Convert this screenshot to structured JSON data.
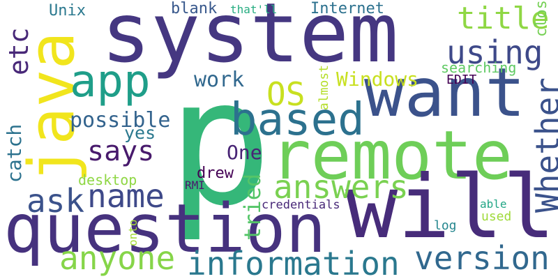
{
  "words": [
    {
      "key": "system",
      "text": "system",
      "color": "#453781"
    },
    {
      "key": "p",
      "text": "p",
      "color": "#35b779"
    },
    {
      "key": "want",
      "text": "want",
      "color": "#3b528b"
    },
    {
      "key": "remote",
      "text": "remote",
      "color": "#6ece58"
    },
    {
      "key": "will",
      "text": "will",
      "color": "#472c7a"
    },
    {
      "key": "question",
      "text": "question",
      "color": "#46327e"
    },
    {
      "key": "java",
      "text": "java",
      "color": "#f1e51d"
    },
    {
      "key": "app",
      "text": "app",
      "color": "#1f9e89"
    },
    {
      "key": "based",
      "text": "based",
      "color": "#2c718e"
    },
    {
      "key": "information",
      "text": "information",
      "color": "#2a788e"
    },
    {
      "key": "answers",
      "text": "answers",
      "color": "#7ad151"
    },
    {
      "key": "anyone",
      "text": "anyone",
      "color": "#86d549"
    },
    {
      "key": "version",
      "text": "version",
      "color": "#31688e"
    },
    {
      "key": "name",
      "text": "name",
      "color": "#3e4989"
    },
    {
      "key": "ask",
      "text": "ask",
      "color": "#3b528b"
    },
    {
      "key": "says",
      "text": "says",
      "color": "#481a6c"
    },
    {
      "key": "using",
      "text": "using",
      "color": "#3e4989"
    },
    {
      "key": "title",
      "text": "title",
      "color": "#8fd744"
    },
    {
      "key": "os",
      "text": "OS",
      "color": "#c8e020"
    },
    {
      "key": "whether",
      "text": "Whether",
      "color": "#3b528b"
    },
    {
      "key": "possible",
      "text": "possible",
      "color": "#33638d"
    },
    {
      "key": "work",
      "text": "work",
      "color": "#31688e"
    },
    {
      "key": "windows",
      "text": "Windows",
      "color": "#c8e020"
    },
    {
      "key": "etc",
      "text": "etc",
      "color": "#482878"
    },
    {
      "key": "one",
      "text": "One",
      "color": "#482475"
    },
    {
      "key": "tried",
      "text": "tried",
      "color": "#54c568"
    },
    {
      "key": "catch",
      "text": "catch",
      "color": "#2c728e"
    },
    {
      "key": "unix",
      "text": "Unix",
      "color": "#2a788e"
    },
    {
      "key": "internet",
      "text": "Internet",
      "color": "#2c718e"
    },
    {
      "key": "blank",
      "text": "blank",
      "color": "#38588c"
    },
    {
      "key": "thatll",
      "text": "that'll",
      "color": "#26ad81"
    },
    {
      "key": "yes",
      "text": "yes",
      "color": "#2a788e"
    },
    {
      "key": "desktop",
      "text": "desktop",
      "color": "#8fd744"
    },
    {
      "key": "drew",
      "text": "drew",
      "color": "#440154"
    },
    {
      "key": "rmi",
      "text": "RMI",
      "color": "#481a6c"
    },
    {
      "key": "credentials",
      "text": "credentials",
      "color": "#482878"
    },
    {
      "key": "searching",
      "text": "searching",
      "color": "#5ec962"
    },
    {
      "key": "edit",
      "text": "EDIT",
      "color": "#440154"
    },
    {
      "key": "almost",
      "text": "almost",
      "color": "#b5de2b"
    },
    {
      "key": "close",
      "text": "close",
      "color": "#75d054"
    },
    {
      "key": "able",
      "text": "able",
      "color": "#21a685"
    },
    {
      "key": "used",
      "text": "used",
      "color": "#9fda3a"
    },
    {
      "key": "log",
      "text": "log",
      "color": "#24868e"
    },
    {
      "key": "onto",
      "text": "onto",
      "color": "#a5db36"
    }
  ]
}
